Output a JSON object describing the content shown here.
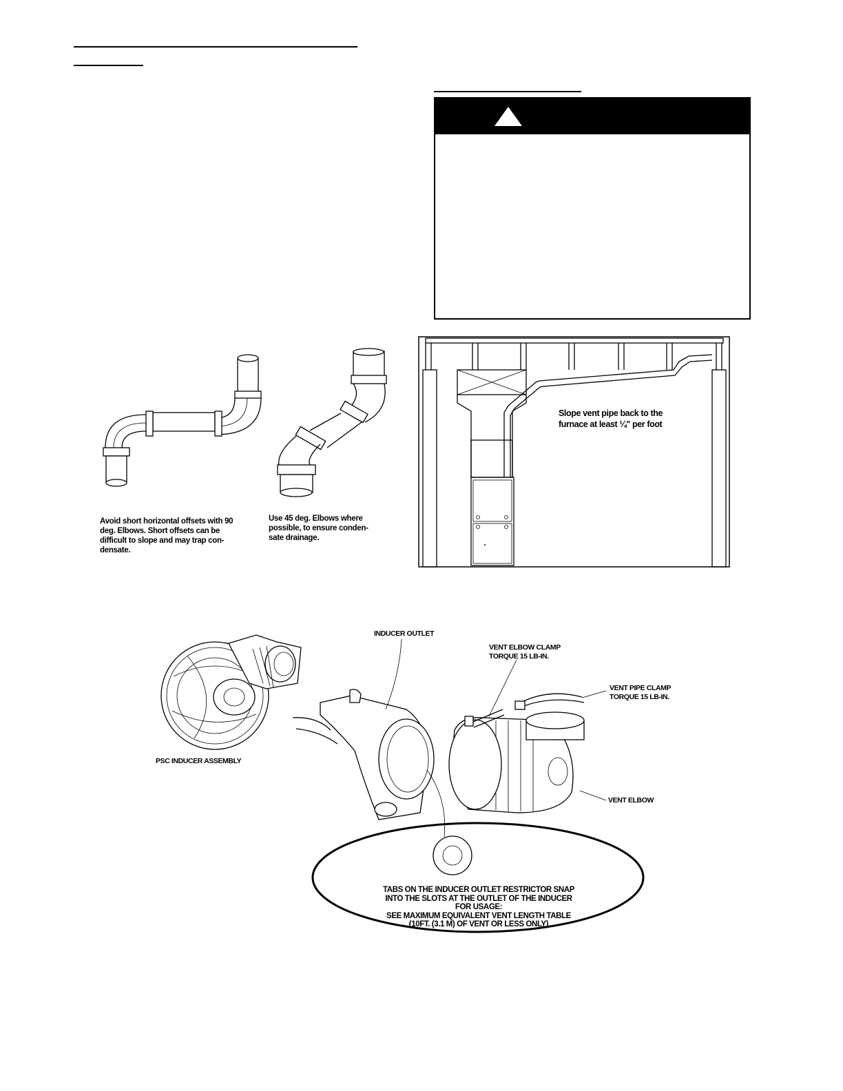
{
  "captions": {
    "offset_90": [
      "Avoid short horizontal offsets with 90",
      "deg. Elbows. Short offsets can be",
      "difficult to slope and may trap con-",
      "densate."
    ],
    "offset_45": [
      "Use 45 deg. Elbows where",
      "possible, to ensure conden-",
      "sate drainage."
    ],
    "slope": [
      "Slope vent pipe back to the",
      "furnace at least ¼\" per foot"
    ]
  },
  "labels": {
    "inducer_outlet": "INDUCER OUTLET",
    "vent_elbow_clamp": [
      "VENT ELBOW CLAMP",
      "TORQUE 15 LB-IN."
    ],
    "vent_pipe_clamp": [
      "VENT PIPE CLAMP",
      "TORQUE 15 LB-IN."
    ],
    "psc_inducer_assembly": "PSC INDUCER ASSEMBLY",
    "vent_elbow": "VENT ELBOW"
  },
  "restrictor_note": [
    "TABS ON THE INDUCER OUTLET RESTRICTOR SNAP",
    "INTO THE SLOTS AT THE OUTLET OF THE INDUCER",
    "FOR USAGE:",
    "SEE MAXIMUM EQUIVALENT VENT LENGTH TABLE",
    "(10FT. (3.1 M) OF VENT OR LESS ONLY)"
  ],
  "icons": {
    "warning": "warning-triangle-icon"
  }
}
